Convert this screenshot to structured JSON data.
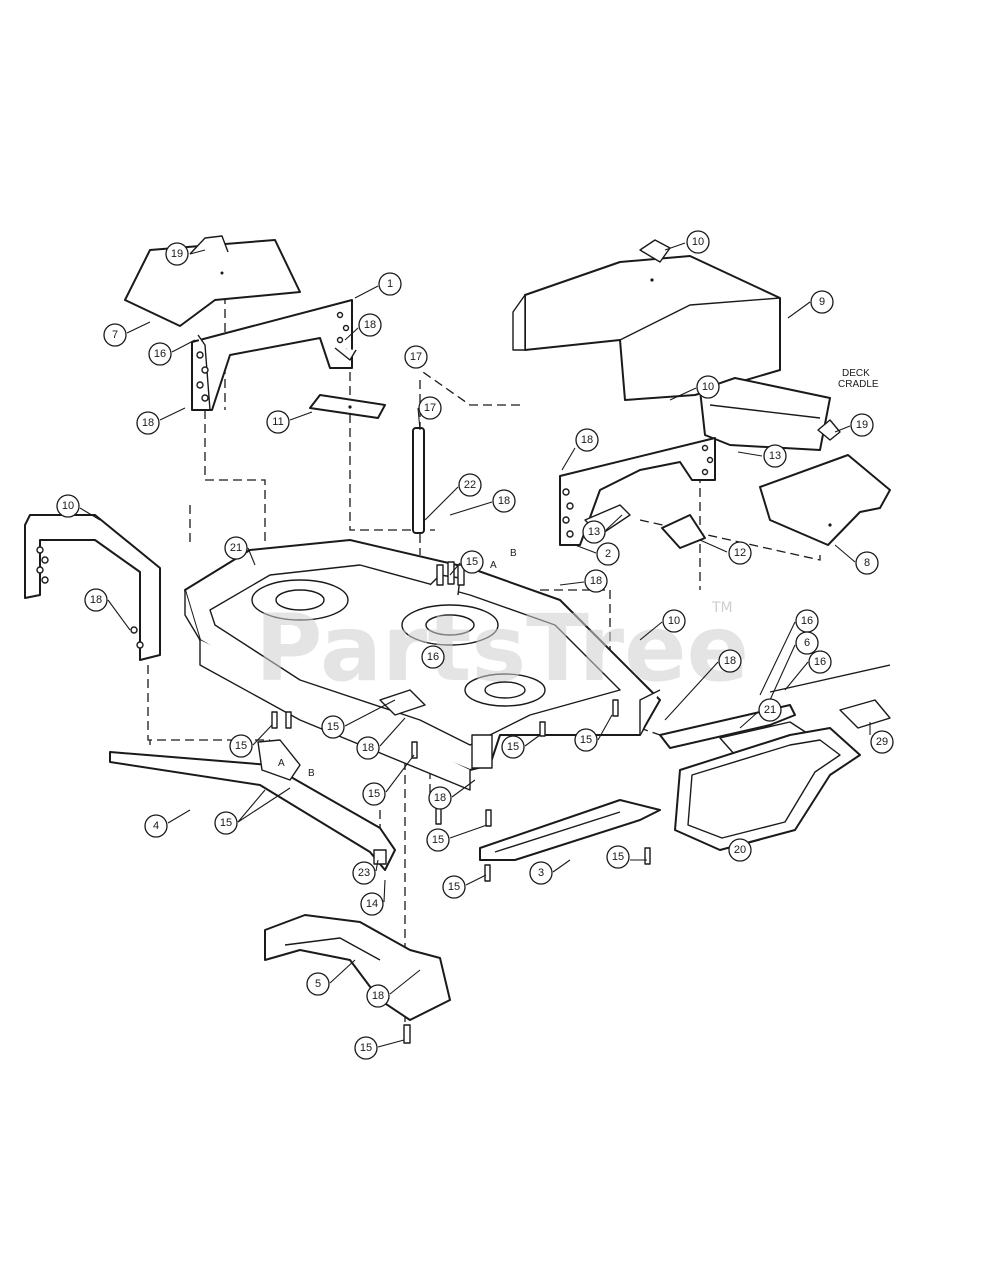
{
  "diagram": {
    "watermark": "PartsTree",
    "trademark": "TM",
    "deck_cradle_label_line1": "DECK",
    "deck_cradle_label_line2": "CRADLE",
    "letter_a": "A",
    "letter_b": "B",
    "callouts": [
      "1",
      "2",
      "3",
      "4",
      "5",
      "6",
      "7",
      "8",
      "9",
      "10",
      "11",
      "12",
      "13",
      "14",
      "15",
      "16",
      "17",
      "18",
      "19",
      "20",
      "21",
      "22",
      "23",
      "29"
    ]
  },
  "colors": {
    "line": "#1a1a1a",
    "paper": "#ffffff",
    "watermark": "#cfcfcf"
  }
}
